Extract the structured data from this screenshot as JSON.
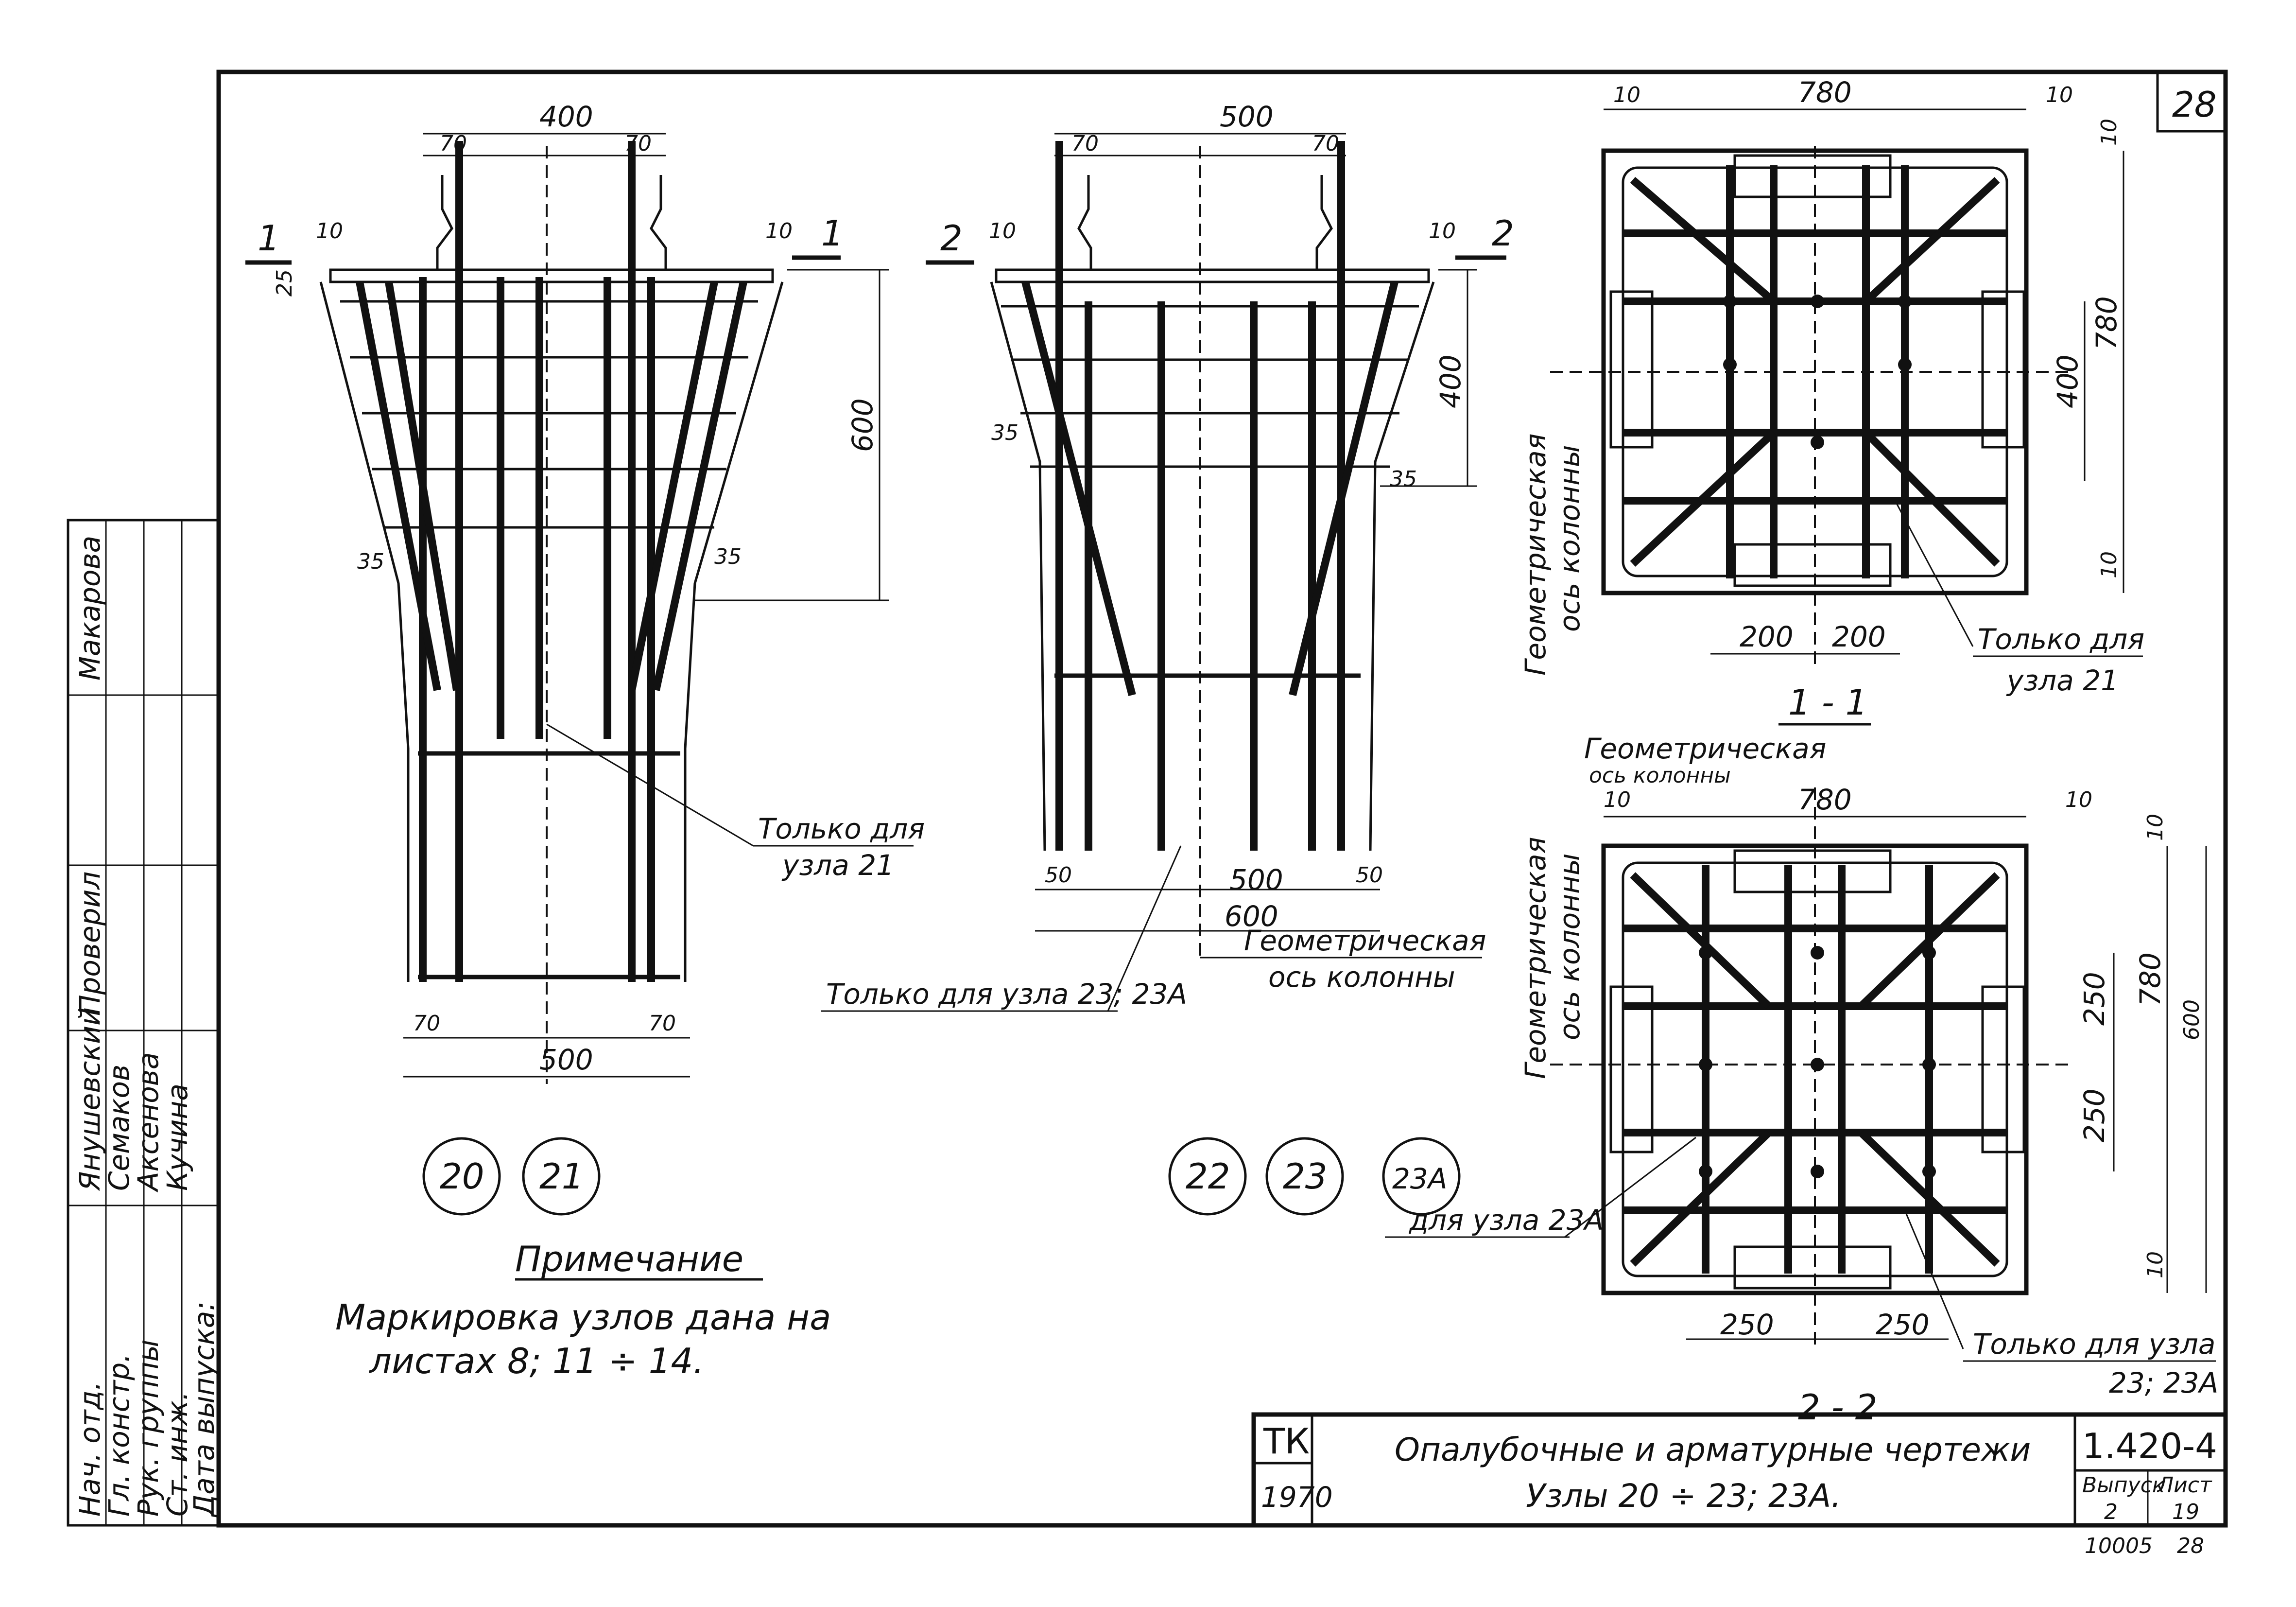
{
  "sheet_number": "28",
  "elevation_left": {
    "section_mark": "1",
    "dims": {
      "top_width": "400",
      "cover_left": "70",
      "cover_right": "70",
      "offset_left": "10",
      "offset_right": "10",
      "step": "25",
      "height": "600",
      "angle_left": "35",
      "angle_right": "35",
      "bottom_left": "70",
      "bottom_right": "70",
      "bottom_width": "500"
    },
    "note_line1": "Только для",
    "note_line2": "узла 21"
  },
  "elevation_right": {
    "section_mark": "2",
    "dims": {
      "top_width": "500",
      "cover_left": "70",
      "cover_right": "70",
      "offset_left": "10",
      "offset_right": "10",
      "height": "400",
      "angle_left": "35",
      "angle_right": "35",
      "bottom_left": "50",
      "bottom_right": "50",
      "bottom_mid": "500",
      "bottom_width": "600"
    },
    "axis_line1": "Геометрическая",
    "axis_line2": "ось колонны",
    "note": "Только для узла 23; 23А"
  },
  "section_1_1": {
    "title": "1 - 1",
    "dims": {
      "top_left": "10",
      "top_mid": "780",
      "top_right": "10",
      "right_top": "10",
      "right_mid": "780",
      "inner": "400",
      "right_bottom": "10",
      "bottom_left": "200",
      "bottom_right": "200"
    },
    "axis_line1": "Геометрическая",
    "axis_line2": "ось колонны",
    "note_line1": "Только для",
    "note_line2": "узла 21"
  },
  "section_2_2": {
    "title": "2 - 2",
    "dims": {
      "top_left": "10",
      "top_mid": "780",
      "top_right": "10",
      "right_top": "10",
      "inner_top": "250",
      "inner_bottom": "250",
      "right_mid": "780",
      "right_outer": "600",
      "right_bottom": "10",
      "bottom_left": "250",
      "bottom_right": "250"
    },
    "axis_top_line1": "Геометрическая",
    "axis_top_line2": "ось колонны",
    "axis_left_line1": "Геометрическая",
    "axis_left_line2": "ось колонны",
    "note_23a": "для узла 23А",
    "note_line1": "Только для узла",
    "note_line2": "23; 23А"
  },
  "node_markers": [
    "20",
    "21",
    "22",
    "23",
    "23А"
  ],
  "note": {
    "heading": "Примечание",
    "line1": "Маркировка узлов дана на",
    "line2": "листах 8; 11 ÷ 14."
  },
  "title_block": {
    "org": "ТК",
    "year": "1970",
    "title_line1": "Опалубочные и арматурные чертежи",
    "title_line2": "Узлы 20 ÷ 23; 23А.",
    "doc_number": "1.420-4",
    "issue_label": "Выпуск",
    "issue_value": "2",
    "sheet_label": "Лист",
    "sheet_value": "19",
    "archive_number": "10005",
    "archive_sheet": "28"
  },
  "stamp": {
    "roles": [
      "Нач. отд.",
      "Гл. констр.",
      "Рук. группы",
      "Ст. инж."
    ],
    "names": [
      "Янушевский",
      "Семаков",
      "Аксенова",
      "Кучина"
    ],
    "checked": "Проверил",
    "checker": "Макарова",
    "issue_date": "Дата выпуска:"
  },
  "colors": {
    "ink": "#111111",
    "paper": "#ffffff"
  }
}
